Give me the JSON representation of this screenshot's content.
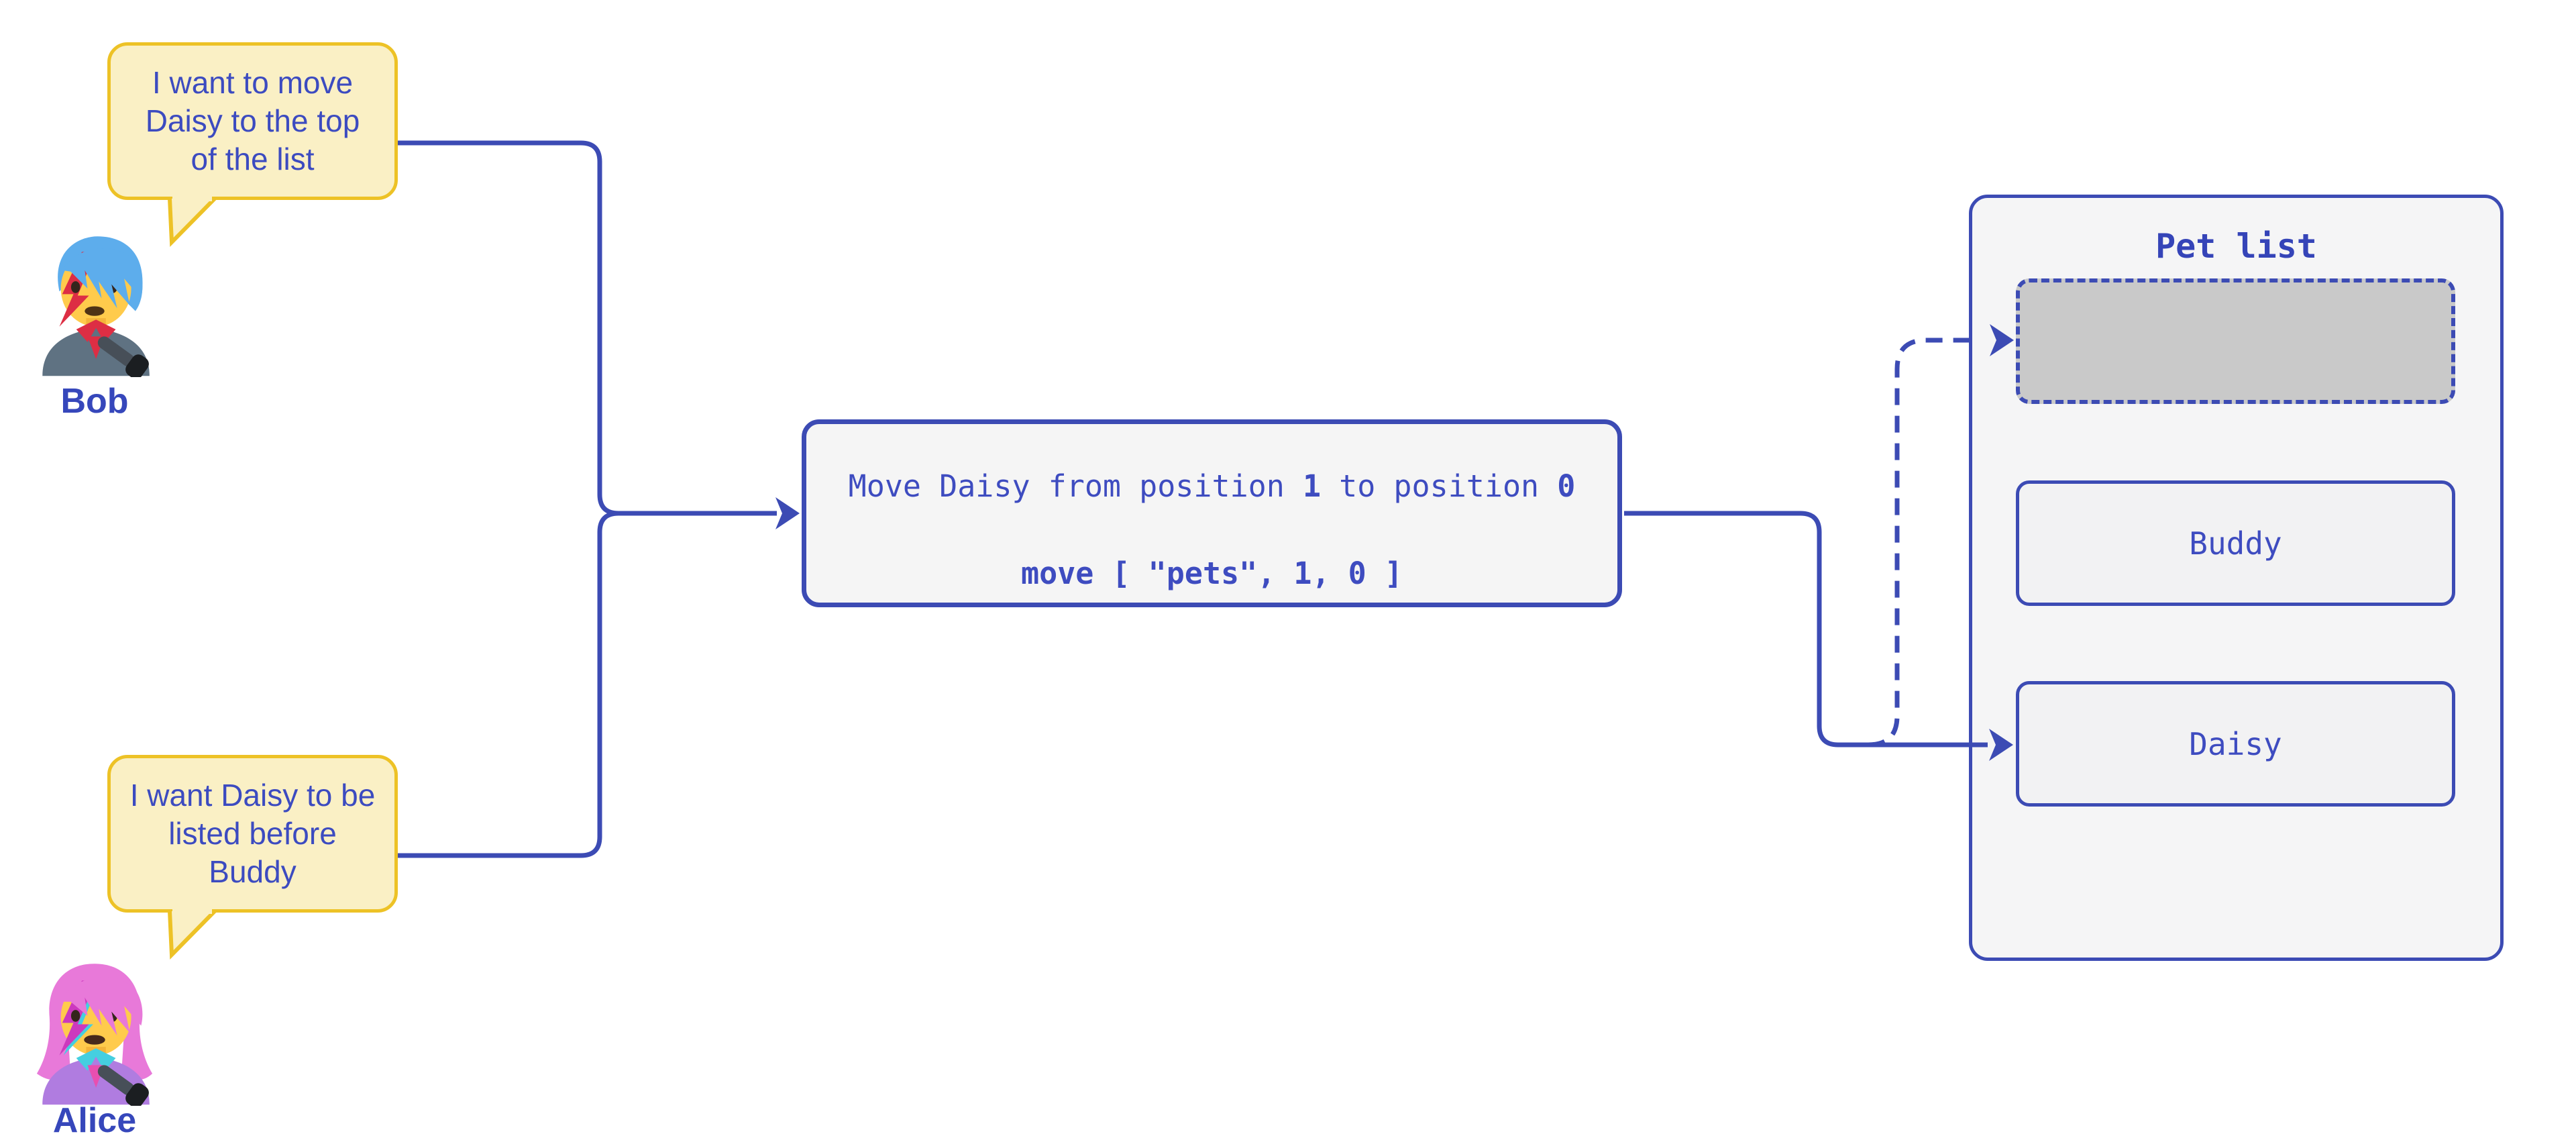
{
  "palette": {
    "line_indigo": "#3C4BB4",
    "text_indigo": "#3E4CC0",
    "label_indigo": "#3647BB",
    "bubble_fill": "#FAF0C5",
    "bubble_border": "#EDC226",
    "panel_fill": "#F5F5F6",
    "card_fill": "#F2F2F3",
    "placeholder_fill": "#C9C9C9",
    "background": "#FFFFFF"
  },
  "actors": [
    {
      "name": "Bob",
      "avatar": "man-singer-emoji",
      "speech": "I want to move\nDaisy to the top\nof the list"
    },
    {
      "name": "Alice",
      "avatar": "woman-singer-emoji",
      "speech": "I want Daisy to be\nlisted before\nBuddy"
    }
  ],
  "operation": {
    "line1_prefix": "Move Daisy from position ",
    "line1_from": "1",
    "line1_middle": " to position ",
    "line1_to": "0",
    "line2": "move [ \"pets\", 1, 0 ]"
  },
  "pet_list": {
    "title": "Pet list",
    "slots": [
      {
        "type": "placeholder",
        "label": ""
      },
      {
        "type": "item",
        "label": "Buddy"
      },
      {
        "type": "item",
        "label": "Daisy"
      }
    ]
  }
}
